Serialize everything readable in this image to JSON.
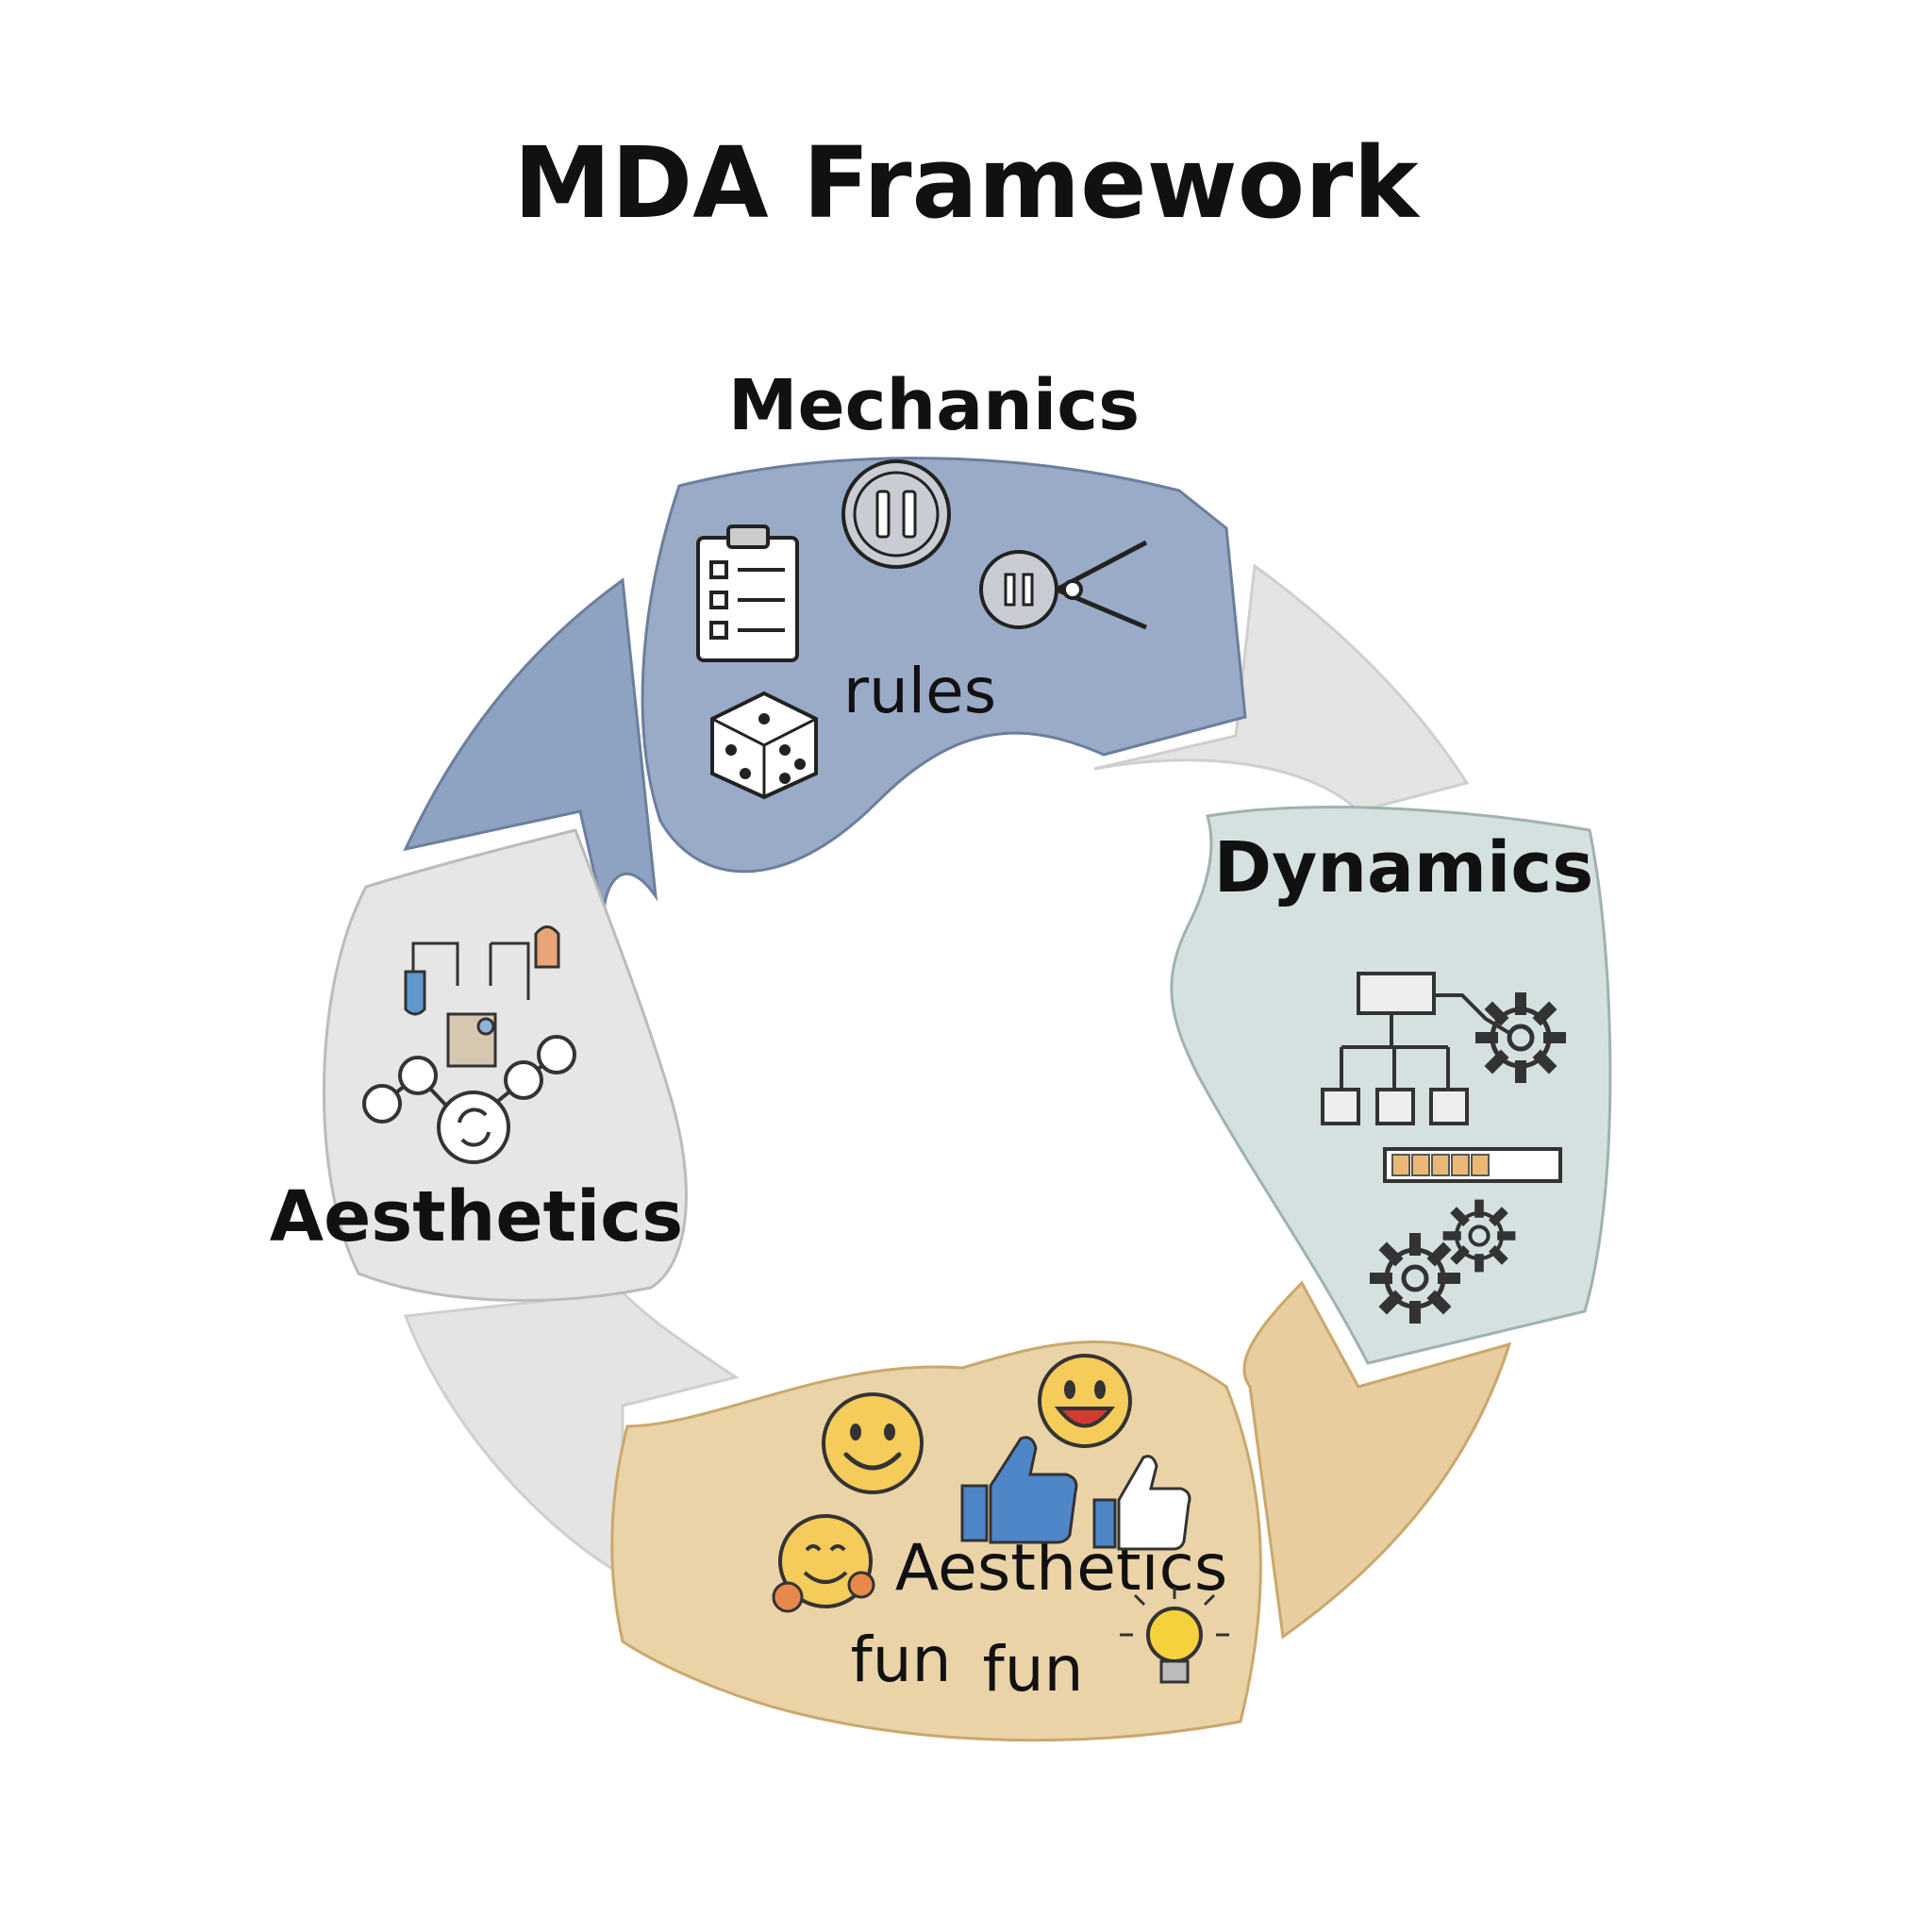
{
  "title": "MDA Framework",
  "sections": {
    "mechanics": {
      "label": "Mechanics",
      "sublabel": "rules"
    },
    "dynamics": {
      "label": "Dynamics"
    },
    "aesthetics_main": {
      "label": "Aesthetics",
      "sublabels": [
        "fun",
        "fun"
      ]
    },
    "aesthetics_side": {
      "label": "Aesthetics"
    }
  },
  "colors": {
    "mechanics": "#9aabc8",
    "dynamics": "#d5e1e0",
    "aesthetics_main": "#ebd3a8",
    "aesthetics_side": "#e6e6e6",
    "connector": "#e4e4e4",
    "outline": "#222222"
  }
}
